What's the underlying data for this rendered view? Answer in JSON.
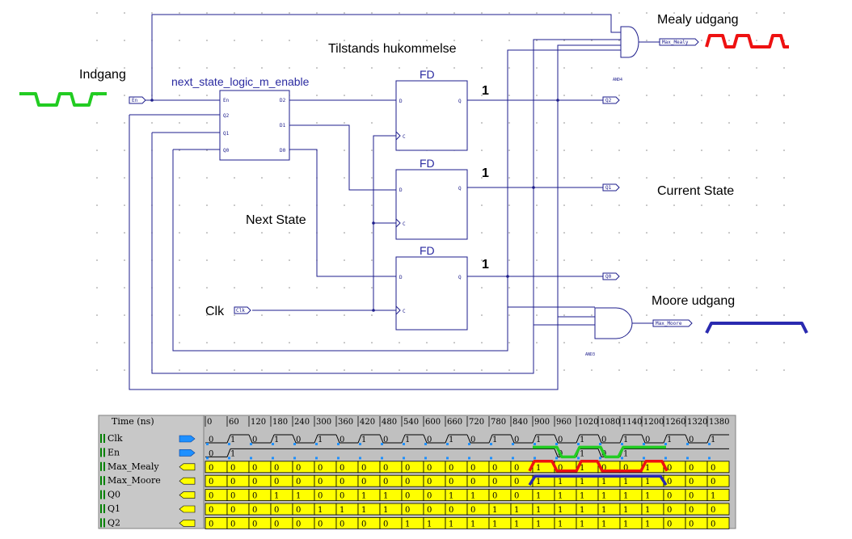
{
  "labels": {
    "mealy": "Mealy udgang",
    "memory": "Tilstands hukommelse",
    "input": "Indgang",
    "module": "next_state_logic_m_enable",
    "next_state": "Next State",
    "current_state": "Current State",
    "clk": "Clk",
    "moore": "Moore udgang"
  },
  "ports": {
    "en": "En",
    "clk": "Clk",
    "q2": "Q2",
    "q1": "Q1",
    "q0": "Q0",
    "max_mealy": "Max_Mealy",
    "max_moore": "Max_Moore"
  },
  "module_pins": {
    "left": [
      "En",
      "Q2",
      "Q1",
      "Q0"
    ],
    "right": [
      "D2",
      "D1",
      "D0"
    ]
  },
  "flipflops": [
    {
      "title": "FD",
      "d": "D",
      "q": "Q",
      "c": "C",
      "init": "1"
    },
    {
      "title": "FD",
      "d": "D",
      "q": "Q",
      "c": "C",
      "init": "1"
    },
    {
      "title": "FD",
      "d": "D",
      "q": "Q",
      "c": "C",
      "init": "1"
    }
  ],
  "gates": {
    "and4": "AND4",
    "and3": "AND3"
  },
  "colors": {
    "wire": "#1e1e8c",
    "input_wave": "#22cc22",
    "mealy_wave": "#ee1111",
    "moore_wave": "#2a2ab0",
    "sim_yellow": "#ffff00",
    "sim_grey": "#c0c0c0"
  },
  "simulation": {
    "time_header": "Time (ns)",
    "times": [
      "0",
      "60",
      "120",
      "180",
      "240",
      "300",
      "360",
      "420",
      "480",
      "540",
      "600",
      "660",
      "720",
      "780",
      "840",
      "900",
      "960",
      "1020",
      "1080",
      "1140",
      "1200",
      "1260",
      "1320",
      "1380"
    ],
    "signals": [
      {
        "name": "Clk",
        "dir": "in",
        "labels": [
          "0",
          "1",
          "0",
          "1",
          "0",
          "1",
          "0",
          "1",
          "0",
          "1",
          "0",
          "1",
          "0",
          "1",
          "0",
          "1",
          "0",
          "1",
          "0",
          "1",
          "0",
          "1",
          "0",
          "1"
        ],
        "levels": [
          0,
          1,
          0,
          1,
          0,
          1,
          0,
          1,
          0,
          1,
          0,
          1,
          0,
          1,
          0,
          1,
          0,
          1,
          0,
          1,
          0,
          1,
          0,
          1
        ]
      },
      {
        "name": "En",
        "dir": "in",
        "labels": [
          "0",
          "1",
          "",
          "",
          "",
          "",
          "",
          "",
          "",
          "",
          "",
          "",
          "",
          "",
          "",
          "",
          "0",
          "1",
          "0",
          "1",
          "",
          "",
          "",
          ""
        ],
        "levels": [
          0,
          1,
          1,
          1,
          1,
          1,
          1,
          1,
          1,
          1,
          1,
          1,
          1,
          1,
          1,
          1,
          0,
          1,
          0,
          1,
          1,
          1,
          1,
          1
        ]
      },
      {
        "name": "Max_Mealy",
        "dir": "out",
        "labels": [
          "0",
          "0",
          "0",
          "0",
          "0",
          "0",
          "0",
          "0",
          "0",
          "0",
          "0",
          "0",
          "0",
          "0",
          "0",
          "1",
          "0",
          "1",
          "0",
          "0",
          "1",
          "0",
          "0",
          "0"
        ]
      },
      {
        "name": "Max_Moore",
        "dir": "out",
        "labels": [
          "0",
          "0",
          "0",
          "0",
          "0",
          "0",
          "0",
          "0",
          "0",
          "0",
          "0",
          "0",
          "0",
          "0",
          "0",
          "1",
          "1",
          "1",
          "1",
          "1",
          "1",
          "0",
          "0",
          "0"
        ]
      },
      {
        "name": "Q0",
        "dir": "out",
        "labels": [
          "0",
          "0",
          "0",
          "1",
          "1",
          "0",
          "0",
          "1",
          "1",
          "0",
          "0",
          "1",
          "1",
          "0",
          "0",
          "1",
          "1",
          "1",
          "1",
          "1",
          "1",
          "0",
          "0",
          "1"
        ]
      },
      {
        "name": "Q1",
        "dir": "out",
        "labels": [
          "0",
          "0",
          "0",
          "0",
          "0",
          "1",
          "1",
          "1",
          "1",
          "0",
          "0",
          "0",
          "0",
          "1",
          "1",
          "1",
          "1",
          "1",
          "1",
          "1",
          "1",
          "0",
          "0",
          "0"
        ]
      },
      {
        "name": "Q2",
        "dir": "out",
        "labels": [
          "0",
          "0",
          "0",
          "0",
          "0",
          "0",
          "0",
          "0",
          "0",
          "1",
          "1",
          "1",
          "1",
          "1",
          "1",
          "1",
          "1",
          "1",
          "1",
          "1",
          "1",
          "0",
          "0",
          "0"
        ]
      }
    ]
  }
}
